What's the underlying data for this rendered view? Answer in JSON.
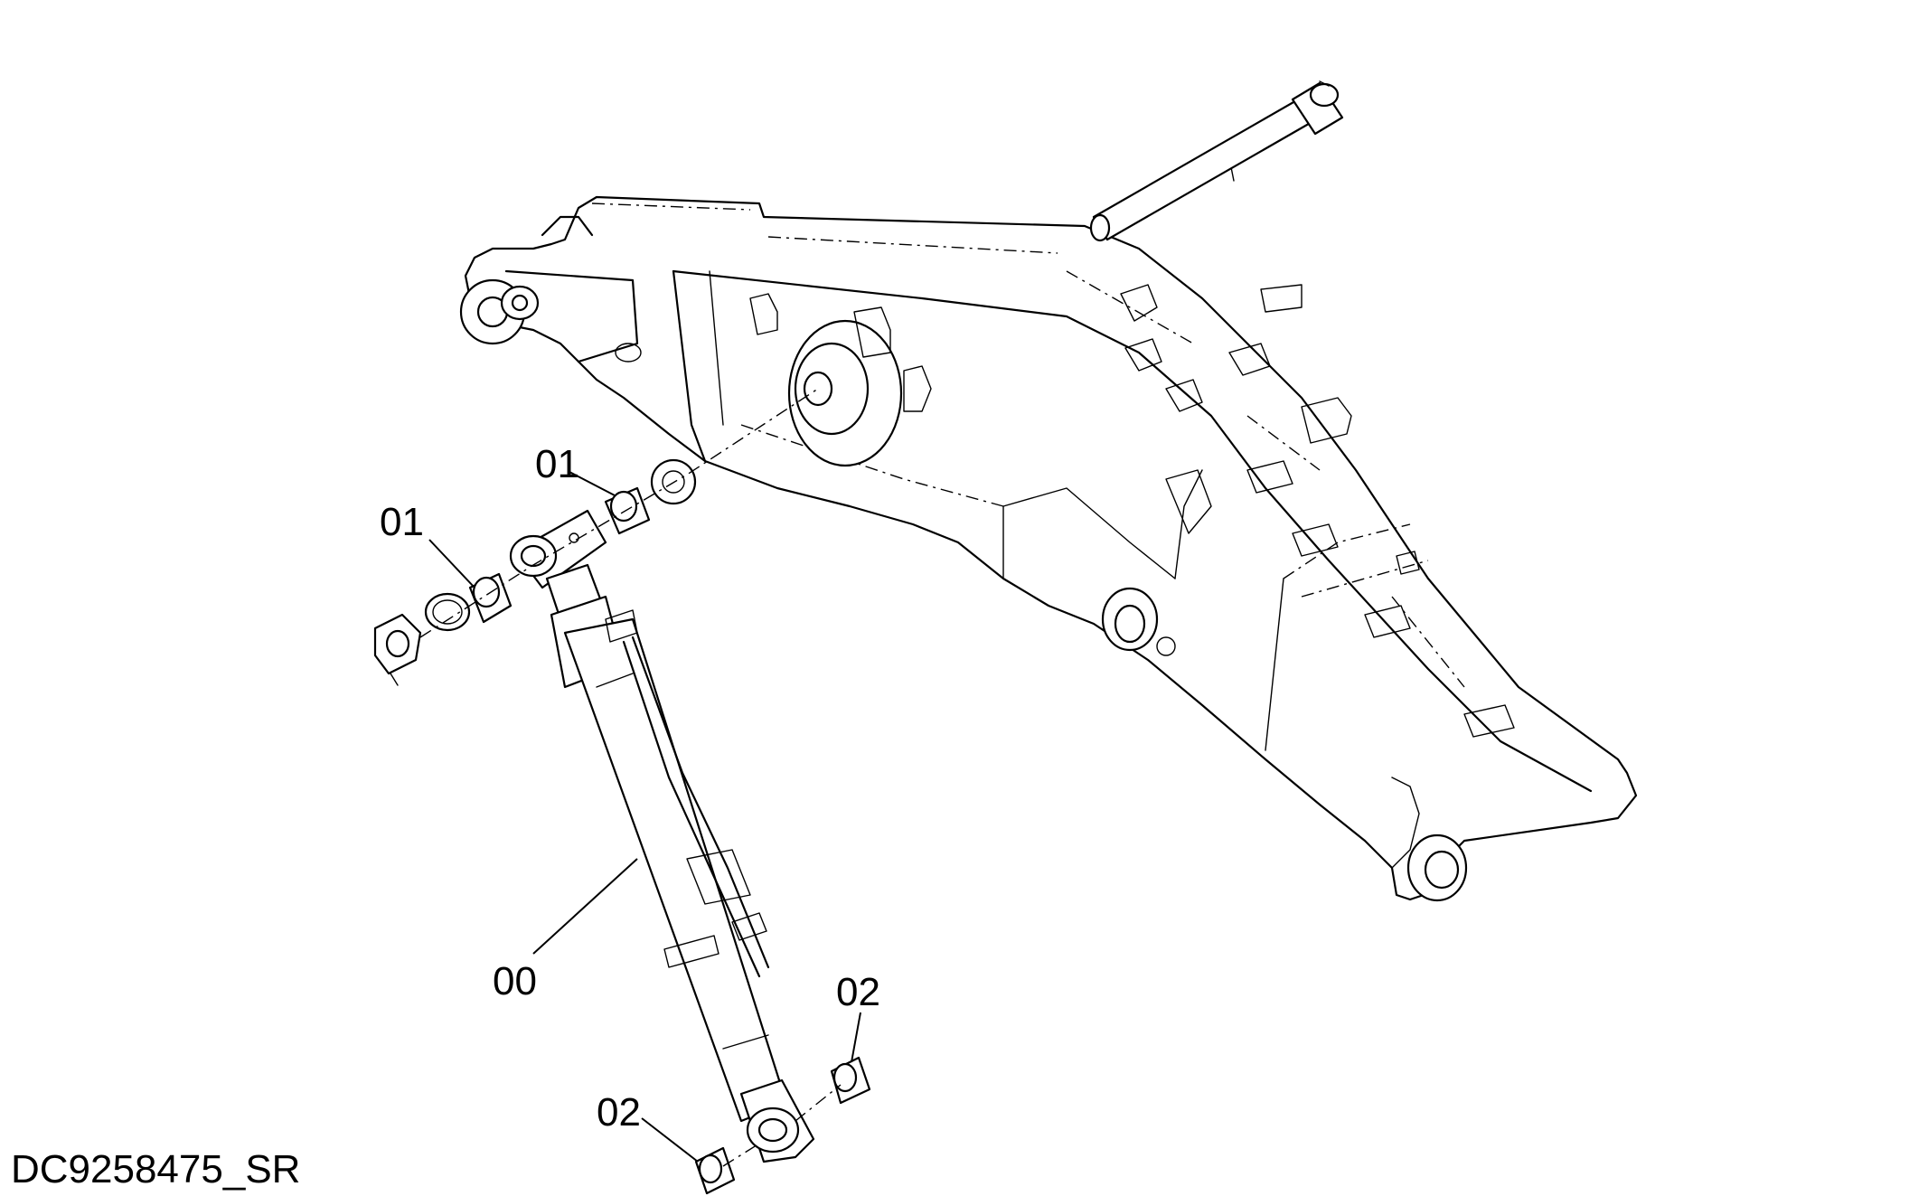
{
  "drawing": {
    "document_id": "DC9258475_SR",
    "line_color": "#000000",
    "background_color": "#ffffff",
    "callouts": [
      {
        "id": "cylinder",
        "label": "00"
      },
      {
        "id": "bushing-left",
        "label": "01"
      },
      {
        "id": "bushing-right",
        "label": "01"
      },
      {
        "id": "bushing-rod-end",
        "label": "02"
      },
      {
        "id": "bushing-bottom",
        "label": "02"
      }
    ]
  }
}
